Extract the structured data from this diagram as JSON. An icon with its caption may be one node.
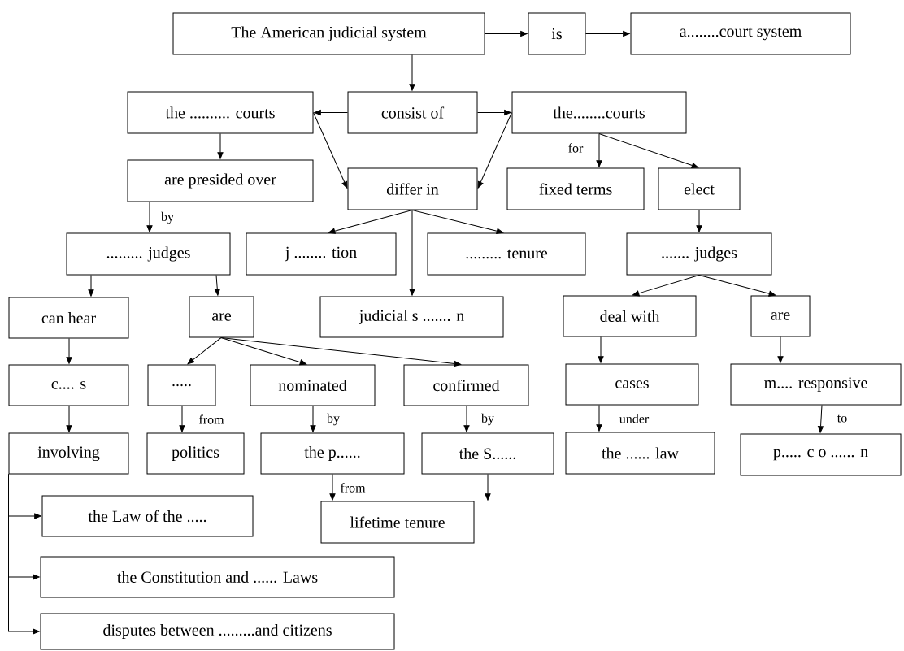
{
  "diagram": {
    "nodes": [
      {
        "text": [
          "The American judicial system"
        ]
      },
      {
        "text": [
          "is"
        ]
      },
      {
        "text": [
          "a........court system"
        ]
      },
      {
        "text": [
          "the .......... courts"
        ]
      },
      {
        "text": [
          "consist of"
        ]
      },
      {
        "text": [
          "the........courts"
        ]
      },
      {
        "text": [
          "are presided over"
        ]
      },
      {
        "text": [
          "differ in"
        ]
      },
      {
        "text": [
          "fixed terms"
        ]
      },
      {
        "text": [
          "elect"
        ]
      },
      {
        "text": [
          "......... judges"
        ]
      },
      {
        "text": [
          "j ........ tion"
        ]
      },
      {
        "text": [
          "......... tenure"
        ]
      },
      {
        "text": [
          "....... judges"
        ]
      },
      {
        "text": [
          "can hear"
        ]
      },
      {
        "text": [
          "are"
        ]
      },
      {
        "text": [
          "judicial s ....... n"
        ]
      },
      {
        "text": [
          "deal with"
        ]
      },
      {
        "text": [
          "are"
        ]
      },
      {
        "text": [
          "c.... s"
        ]
      },
      {
        "text": [
          "....."
        ]
      },
      {
        "text": [
          "nominated"
        ]
      },
      {
        "text": [
          "confirmed"
        ]
      },
      {
        "text": [
          "cases"
        ]
      },
      {
        "text": [
          "m.... responsive"
        ]
      },
      {
        "text": [
          "involving"
        ]
      },
      {
        "text": [
          "politics"
        ]
      },
      {
        "text": [
          "the p......"
        ]
      },
      {
        "text": [
          "the S......"
        ]
      },
      {
        "text": [
          "the ...... law"
        ]
      },
      {
        "text": [
          "p..... c o ...... n"
        ]
      },
      {
        "text": [
          "lifetime tenure"
        ]
      },
      {
        "text": [
          "the Law of the ....."
        ]
      },
      {
        "text": [
          "the Constitution and ...... Laws"
        ]
      },
      {
        "text": [
          "disputes between .........and citizens"
        ]
      }
    ],
    "edges": [
      {
        "from": 0,
        "to": 1,
        "arrow": "to"
      },
      {
        "from": 1,
        "to": 2,
        "arrow": "to"
      },
      {
        "from": 0,
        "to": 4,
        "arrow": "to"
      },
      {
        "from": 4,
        "to": 3,
        "arrow": "to"
      },
      {
        "from": 4,
        "to": 5,
        "arrow": "to"
      },
      {
        "from": 3,
        "to": 7,
        "arrow": "to"
      },
      {
        "from": 5,
        "to": 7,
        "arrow": "to"
      },
      {
        "from": 3,
        "to": 6,
        "arrow": "to"
      },
      {
        "from": 6,
        "to": 10,
        "arrow": "to",
        "label": "by"
      },
      {
        "from": 5,
        "to": 8,
        "arrow": "to",
        "label": "for"
      },
      {
        "from": 5,
        "to": 9,
        "arrow": "to"
      },
      {
        "from": 9,
        "to": 13,
        "arrow": "to"
      },
      {
        "from": 7,
        "to": 11,
        "arrow": "to"
      },
      {
        "from": 7,
        "to": 16,
        "arrow": "to"
      },
      {
        "from": 7,
        "to": 12,
        "arrow": "to"
      },
      {
        "from": 10,
        "to": 14,
        "arrow": "to"
      },
      {
        "from": 10,
        "to": 15,
        "arrow": "to"
      },
      {
        "from": 14,
        "to": 19,
        "arrow": "to"
      },
      {
        "from": 19,
        "to": 25,
        "arrow": "to"
      },
      {
        "from": 15,
        "to": 20,
        "arrow": "to"
      },
      {
        "from": 15,
        "to": 21,
        "arrow": "to"
      },
      {
        "from": 15,
        "to": 22,
        "arrow": "to"
      },
      {
        "from": 20,
        "to": 26,
        "arrow": "to",
        "label": "from"
      },
      {
        "from": 21,
        "to": 27,
        "arrow": "to",
        "label": "by"
      },
      {
        "from": 22,
        "to": 28,
        "arrow": "to",
        "label": "by"
      },
      {
        "from": 27,
        "to": 31,
        "arrow": "to",
        "label": "from"
      },
      {
        "from": 28,
        "to": 31,
        "arrow": "to"
      },
      {
        "from": 13,
        "to": 17,
        "arrow": "to"
      },
      {
        "from": 13,
        "to": 18,
        "arrow": "to"
      },
      {
        "from": 17,
        "to": 23,
        "arrow": "to"
      },
      {
        "from": 23,
        "to": 29,
        "arrow": "to",
        "label": "under"
      },
      {
        "from": 18,
        "to": 24,
        "arrow": "to"
      },
      {
        "from": 24,
        "to": 30,
        "arrow": "to",
        "label": "to"
      },
      {
        "from": 25,
        "to": 32,
        "arrow": "to"
      },
      {
        "from": 25,
        "to": 33,
        "arrow": "to"
      },
      {
        "from": 25,
        "to": 34,
        "arrow": "to"
      }
    ]
  }
}
